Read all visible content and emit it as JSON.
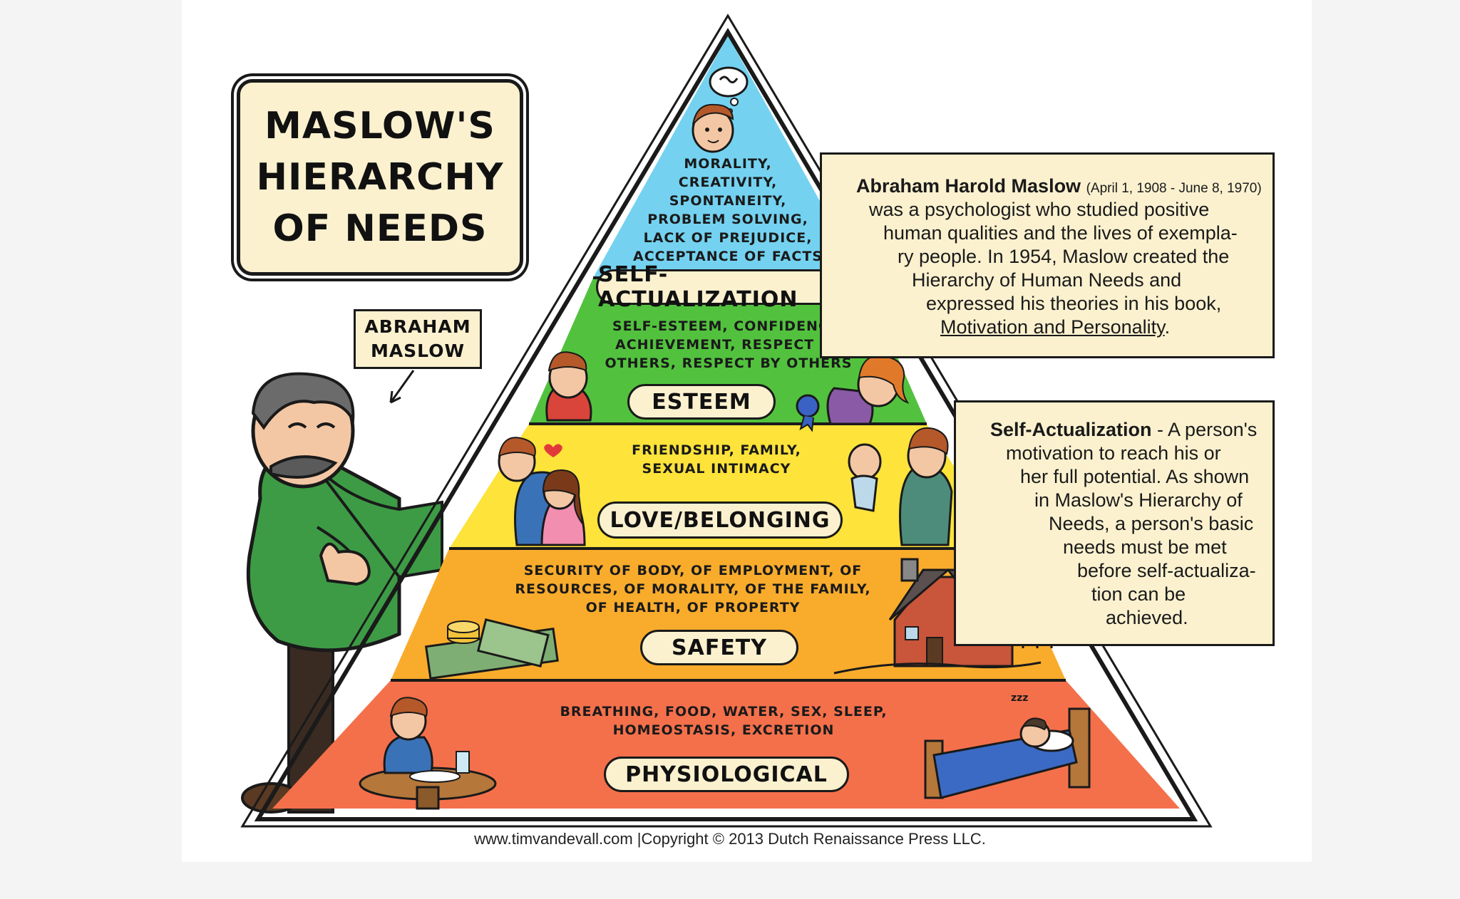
{
  "title": {
    "lines": [
      "MASLOW'S",
      "HIERARCHY",
      "OF NEEDS"
    ]
  },
  "person_label": {
    "lines": [
      "ABRAHAM",
      "MASLOW"
    ]
  },
  "levels": [
    {
      "label": "SELF-ACTUALIZATION",
      "color": "#74d2f0",
      "needs": [
        "MORALITY,",
        "CREATIVITY,",
        "SPONTANEITY,",
        "PROBLEM SOLVING,",
        "LACK OF PREJUDICE,",
        "ACCEPTANCE OF FACTS"
      ]
    },
    {
      "label": "ESTEEM",
      "color": "#52c23e",
      "needs": [
        "SELF-ESTEEM, CONFIDENCE,",
        "ACHIEVEMENT, RESPECT OF",
        "OTHERS, RESPECT BY OTHERS"
      ]
    },
    {
      "label": "LOVE/BELONGING",
      "color": "#fde33a",
      "needs": [
        "FRIENDSHIP, FAMILY,",
        "SEXUAL INTIMACY"
      ]
    },
    {
      "label": "SAFETY",
      "color": "#f9ac2c",
      "needs": [
        "SECURITY OF BODY, OF EMPLOYMENT, OF",
        "RESOURCES, OF MORALITY, OF THE FAMILY,",
        "OF HEALTH, OF PROPERTY"
      ]
    },
    {
      "label": "PHYSIOLOGICAL",
      "color": "#f4704b",
      "needs": [
        "BREATHING, FOOD, WATER, SEX, SLEEP,",
        "HOMEOSTASIS, EXCRETION"
      ]
    }
  ],
  "bio": {
    "name": "Abraham Harold Maslow",
    "dates": "(April 1, 1908 - June 8, 1970)",
    "lines": [
      "was a psychologist who studied positive",
      "human qualities and the lives of exempla-",
      "ry people. In 1954, Maslow created the",
      "Hierarchy of Human Needs and",
      "expressed his theories in his book,"
    ],
    "book": "Motivation and Personality",
    "book_end": "."
  },
  "definition": {
    "term": "Self-Actualization",
    "first_line_rest": " - A person's",
    "lines": [
      "motivation to reach his or",
      "her full potential. As shown",
      "in Maslow's Hierarchy of",
      "Needs, a person's basic",
      "needs must be met",
      "before self-actualiza-",
      "tion can be",
      "achieved."
    ]
  },
  "sleep_text": "zzz",
  "footer": "www.timvandevall.com |Copyright © 2013 Dutch Renaissance Press LLC.",
  "icons": [
    "thought-bubble-icon",
    "boy-thinking-icon",
    "girl-award-icon",
    "boy-icon",
    "couple-hug-icon",
    "father-baby-icon",
    "money-icon",
    "house-icon",
    "boy-eating-icon",
    "boy-sleeping-bed-icon",
    "maslow-figure-icon",
    "arrow-icon",
    "heart-icon"
  ]
}
